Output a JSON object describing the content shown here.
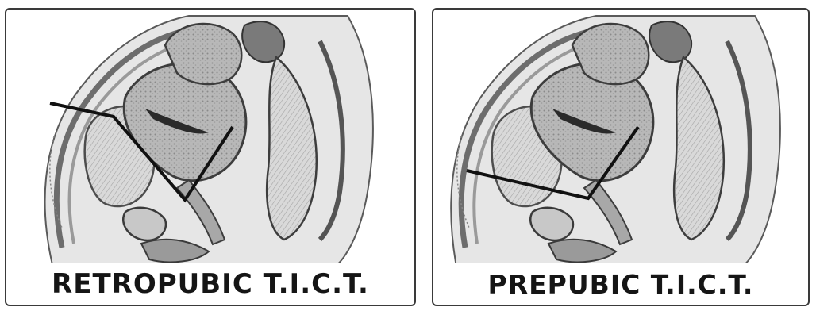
{
  "panels": [
    {
      "caption": "RETROPUBIC T.I.C.T.",
      "illustration": "pelvic-sagittal-section-retropubic-route"
    },
    {
      "caption": "PREPUBIC T.I.C.T.",
      "illustration": "pelvic-sagittal-section-prepubic-route"
    }
  ],
  "colors": {
    "panel_border": "#3a3a3a",
    "caption_text": "#151515",
    "route_line": "#111111"
  }
}
